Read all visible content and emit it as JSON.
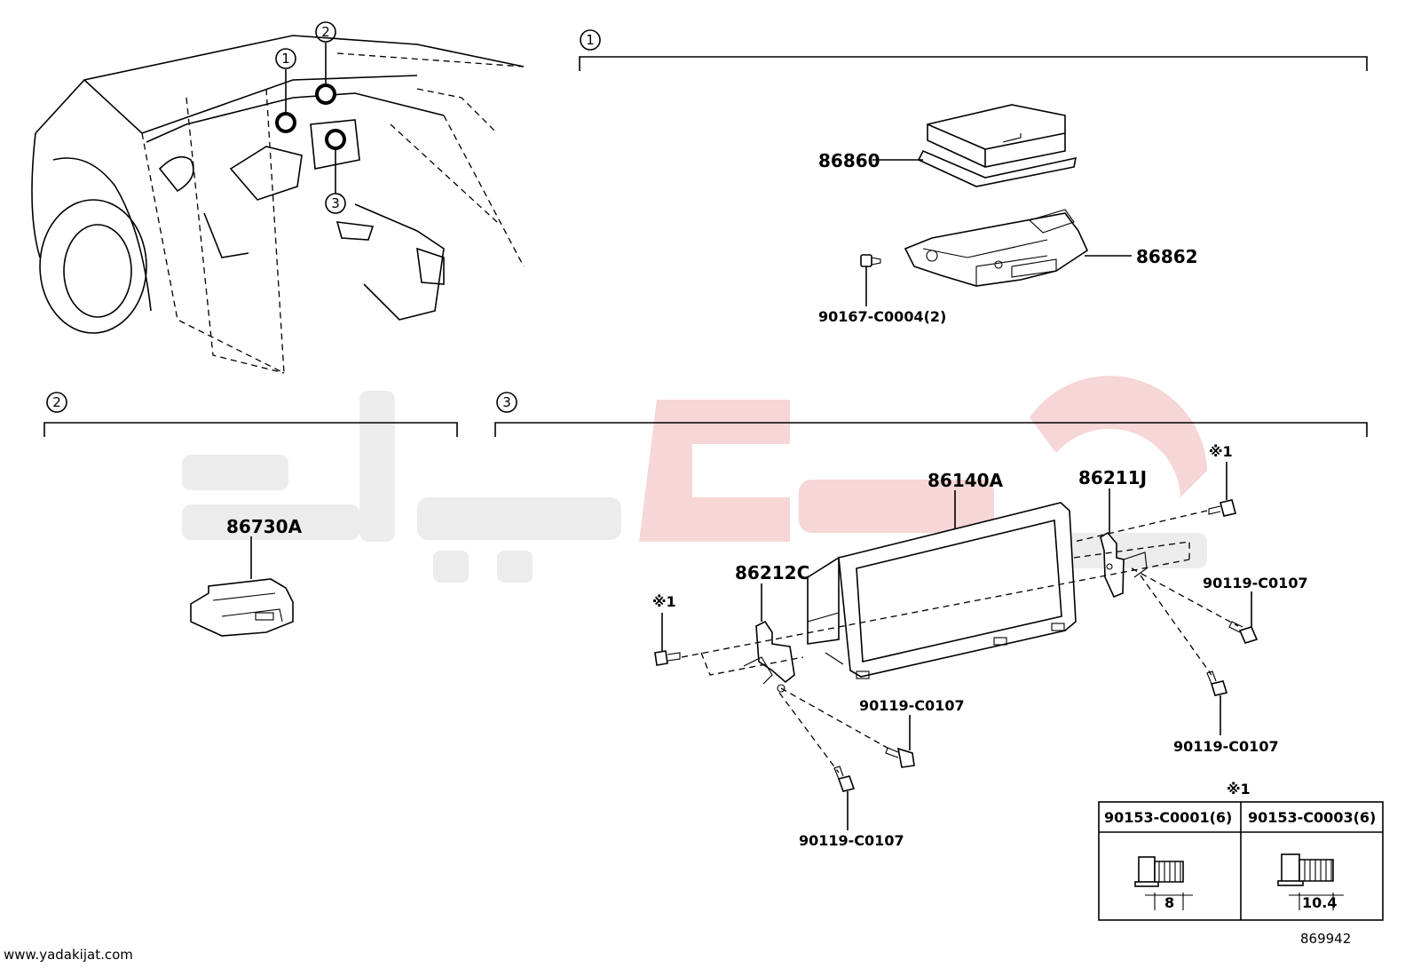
{
  "groups": [
    {
      "id": "1",
      "label": "1"
    },
    {
      "id": "2",
      "label": "2"
    },
    {
      "id": "3",
      "label": "3"
    }
  ],
  "overview_callouts": [
    "1",
    "2",
    "3"
  ],
  "parts": {
    "p86860": "86860",
    "p86862": "86862",
    "p90167": "90167-C0004(2)",
    "p86730A": "86730A",
    "p86140A": "86140A",
    "p86211J": "86211J",
    "p86212C": "86212C",
    "p90119_a": "90119-C0107",
    "p90119_b": "90119-C0107",
    "p90119_c": "90119-C0107",
    "p90119_d": "90119-C0107"
  },
  "note_mark": "※1",
  "note_table": {
    "mark": "※1",
    "columns": [
      {
        "part": "90153-C0001(6)",
        "dimension": "8"
      },
      {
        "part": "90153-C0003(6)",
        "dimension": "10.4"
      }
    ]
  },
  "footer": {
    "website": "www.yadakijat.com",
    "diagram_code": "869942"
  }
}
